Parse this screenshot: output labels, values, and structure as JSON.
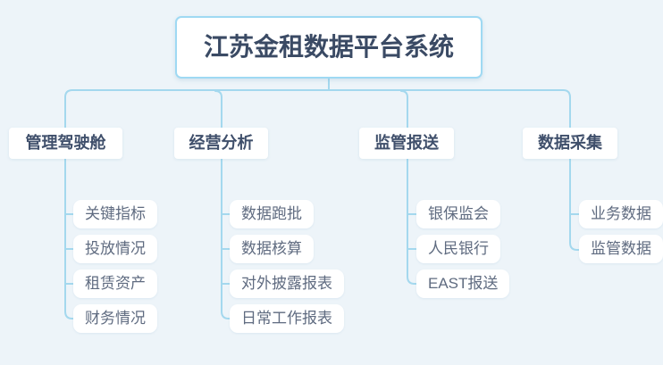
{
  "root": {
    "label": "江苏金租数据平台系统"
  },
  "branches": [
    {
      "label": "管理驾驶舱",
      "children": [
        "关键指标",
        "投放情况",
        "租赁资产",
        "财务情况"
      ]
    },
    {
      "label": "经营分析",
      "children": [
        "数据跑批",
        "数据核算",
        "对外披露报表",
        "日常工作报表"
      ]
    },
    {
      "label": "监管报送",
      "children": [
        "银保监会",
        "人民银行",
        "EAST报送"
      ]
    },
    {
      "label": "数据采集",
      "children": [
        "业务数据",
        "监管数据"
      ]
    }
  ],
  "colors": {
    "background": "#edf4f9",
    "connector_line": "#a4d8ee",
    "root_border": "#9fd9f3",
    "node_background": "#ffffff",
    "root_text": "#3a4a64",
    "branch_text": "#3f4f6b",
    "leaf_text": "#5f6b80"
  }
}
